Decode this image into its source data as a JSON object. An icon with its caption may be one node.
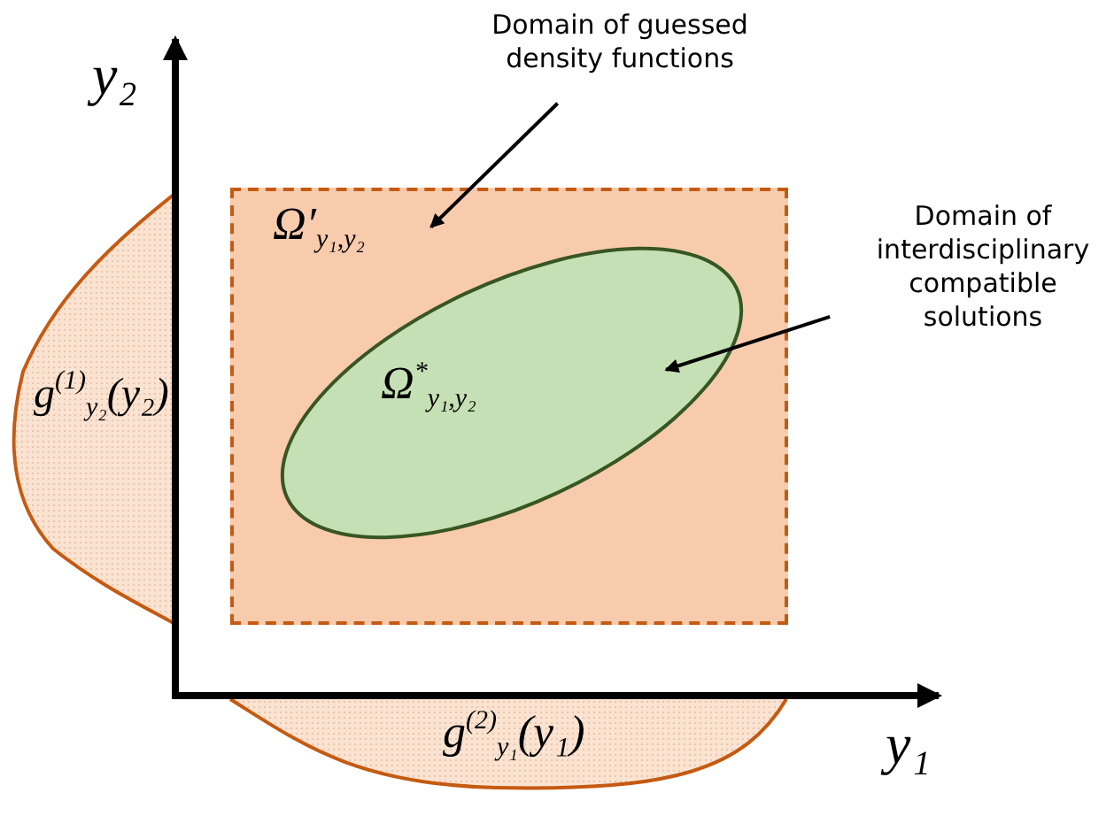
{
  "diagram": {
    "nodes": [
      {
        "text": [
          "Domain of guessed density functions"
        ]
      },
      {
        "text": [
          "Ω′$_{y₁,y₂}$"
        ]
      },
      {
        "text": [
          "Ω$^{*}$$_{y₁,y₂}$"
        ],
        "in": 1
      },
      {
        "text": [
          "Domain of interdisciplinary compatible solutions"
        ]
      },
      {
        "text": [
          "g$^{(1)}$$_{y₂}$(y₂)"
        ]
      },
      {
        "text": [
          "g$^{(2)}$$_{y₁}$(y₁)"
        ]
      }
    ],
    "edges": [
      {
        "from": 0,
        "to": 1,
        "arrow": "to"
      },
      {
        "from": 3,
        "to": 2,
        "arrow": "to"
      }
    ],
    "labels": [
      "y₂",
      "y₁"
    ]
  }
}
